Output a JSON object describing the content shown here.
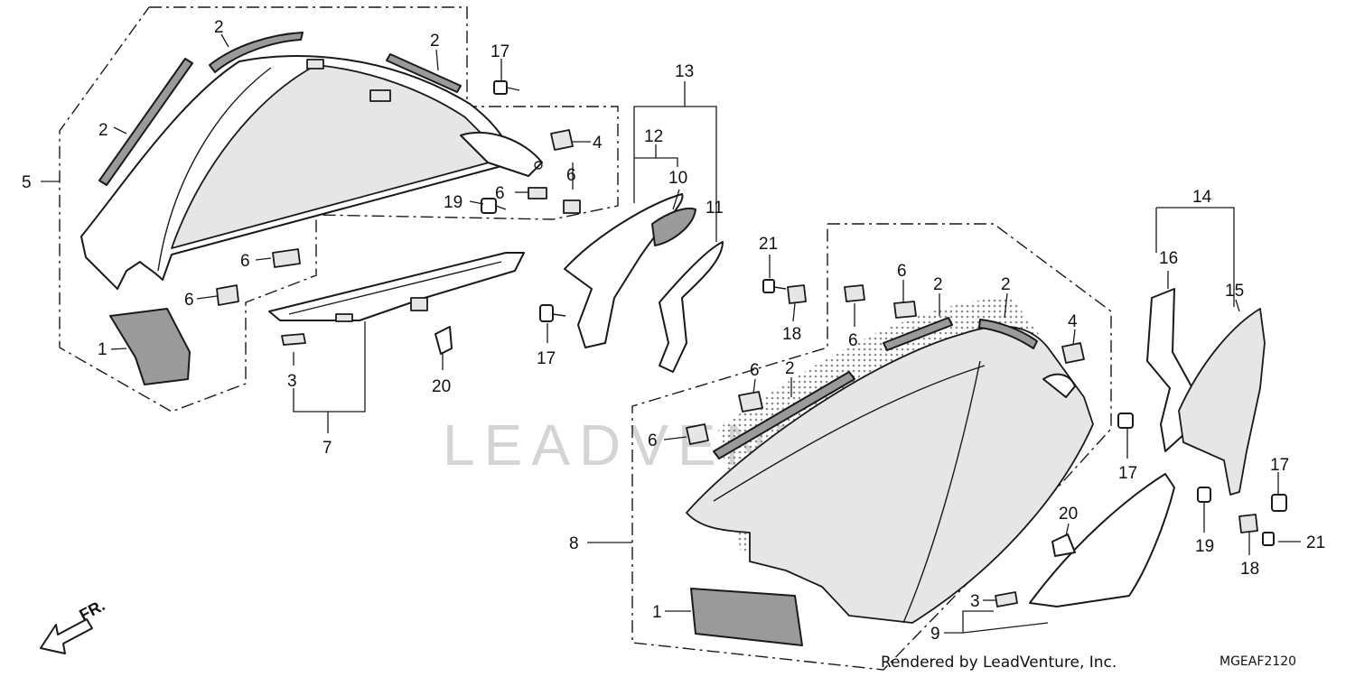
{
  "watermark_text": "LEADVENTURE",
  "footer": {
    "rendered_by": "Rendered by LeadVenture, Inc.",
    "diagram_code": "MGEAF2120"
  },
  "direction_label": "FR.",
  "callouts": {
    "c2_a": "2",
    "c2_b": "2",
    "c2_c": "2",
    "c5": "5",
    "c17_a": "17",
    "c4_a": "4",
    "c6_a": "6",
    "c6_b": "6",
    "c19_a": "19",
    "c6_c": "6",
    "c6_d": "6",
    "c1_a": "1",
    "c3_a": "3",
    "c20_a": "20",
    "c7": "7",
    "c13": "13",
    "c12": "12",
    "c10": "10",
    "c11": "11",
    "c17_b": "17",
    "c21_a": "21",
    "c18_a": "18",
    "c6_e": "6",
    "c6_f": "6",
    "c2_d": "2",
    "c2_e": "2",
    "c4_b": "4",
    "c6_g": "6",
    "c2_f": "2",
    "c6_h": "6",
    "c14": "14",
    "c16": "16",
    "c15": "15",
    "c17_c": "17",
    "c17_d": "17",
    "c8": "8",
    "c20_b": "20",
    "c19_b": "19",
    "c21_b": "21",
    "c18_b": "18",
    "c1_b": "1",
    "c3_b": "3",
    "c9": "9"
  }
}
